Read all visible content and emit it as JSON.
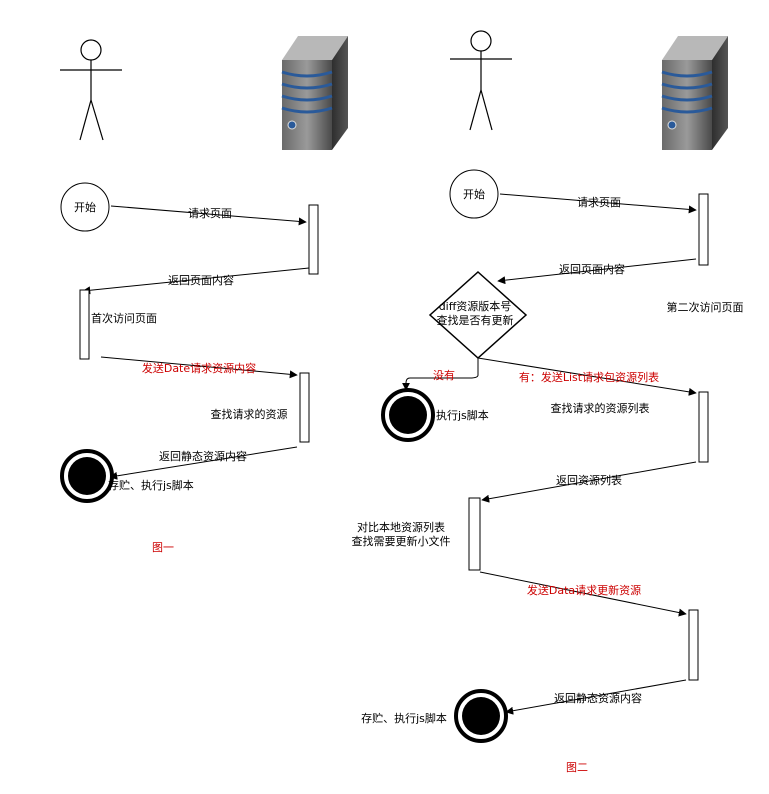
{
  "figure1": {
    "start": "开始",
    "request_page": "请求页面",
    "return_page": "返回页面内容",
    "first_visit": "首次访问页面",
    "send_date": "发送Date请求资源内容",
    "find_resources": "查找请求的资源",
    "return_static": "返回静态资源内容",
    "store_exec": "存贮、执行js脚本",
    "caption": "图一"
  },
  "figure2": {
    "start": "开始",
    "request_page": "请求页面",
    "return_page": "返回页面内容",
    "diff_line1": "diff资源版本号",
    "diff_line2": "查找是否有更新",
    "second_visit": "第二次访问页面",
    "no": "没有",
    "yes_send_list": "有：发送List请求包资源列表",
    "exec_js": "执行js脚本",
    "find_list": "查找请求的资源列表",
    "return_list": "返回资源列表",
    "compare_line1": "对比本地资源列表",
    "compare_line2": "查找需要更新小文件",
    "send_data": "发送Data请求更新资源",
    "return_static": "返回静态资源内容",
    "store_exec": "存贮、执行js脚本",
    "caption": "图二"
  },
  "colors": {
    "accent_red": "#cc0000",
    "line": "#000000",
    "server_stripe": "#2a5a9a"
  }
}
